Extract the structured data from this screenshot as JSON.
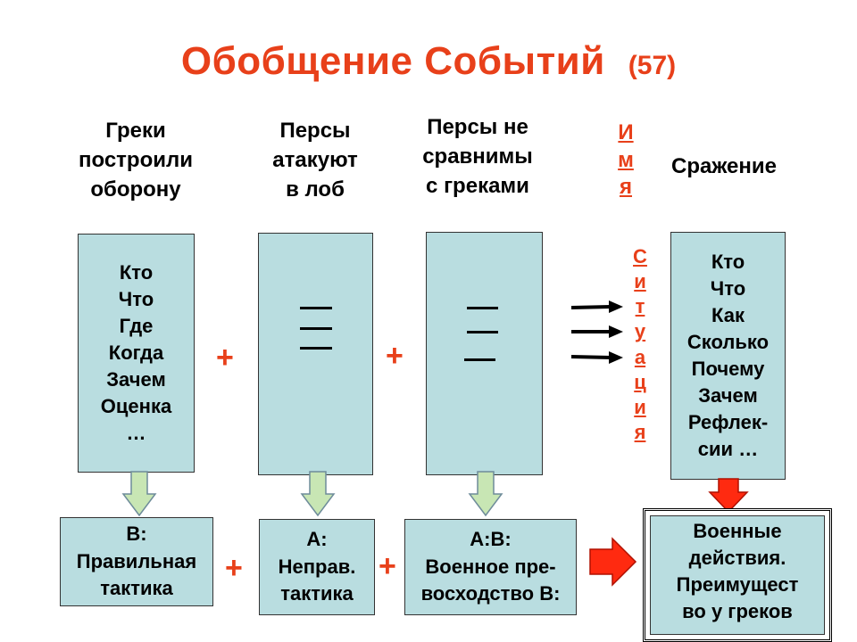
{
  "title": {
    "main": "Обобщение Событий",
    "number": "(57)"
  },
  "headers": {
    "greeks": [
      "Греки",
      "построили",
      "оборону"
    ],
    "persians_attack": [
      "Персы",
      "атакуют",
      "в лоб"
    ],
    "persians_compare": [
      "Персы не",
      "сравнимы",
      "с греками"
    ],
    "name_letters": [
      "И",
      "м",
      "я"
    ],
    "battle": "Сражение"
  },
  "boxes": {
    "questions_left": [
      "Кто",
      "Что",
      "Где",
      "Когда",
      "Зачем",
      "Оценка",
      "…"
    ],
    "questions_right": [
      "Кто",
      "Что",
      "Как",
      "Сколько",
      "Почему",
      "Зачем",
      "Рефлек-",
      "сии …"
    ]
  },
  "situation_letters": [
    "С",
    "и",
    "т",
    "у",
    "а",
    "ц",
    "и",
    "я"
  ],
  "operators": {
    "plus": "+"
  },
  "results": {
    "b": [
      "В:",
      "Правильная",
      "тактика"
    ],
    "a": [
      "А:",
      "Неправ.",
      "тактика"
    ],
    "ab": [
      "А:В:",
      "Военное пре-",
      "восходство В:"
    ],
    "final": [
      "Военные",
      "действия.",
      "Преимущест",
      "во у греков"
    ]
  },
  "colors": {
    "accent": "#e8401a",
    "box_fill": "#b9dde0",
    "down_arrow_fill": "#c8e6b4",
    "red_arrow": "#ff2a10"
  }
}
